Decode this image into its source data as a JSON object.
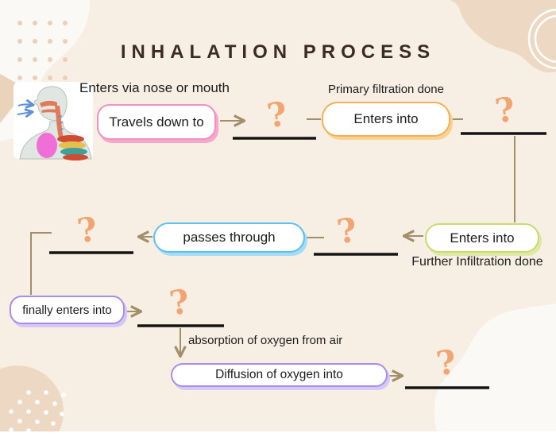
{
  "title": "INHALATION PROCESS",
  "placeholder_mark": "?",
  "captions": {
    "nose": "Enters via nose or mouth",
    "primary": "Primary filtration done",
    "further": "Further Infiltration done",
    "absorption": "absorption of oxygen from air"
  },
  "boxes": {
    "travels": {
      "label": "Travels down to",
      "accent": "#f290c0",
      "shadow": "#f9a6ce"
    },
    "enters_first": {
      "label": "Enters into",
      "accent": "#f5b055",
      "shadow": "#fad394"
    },
    "enters_second": {
      "label": "Enters into",
      "accent": "#c7dc6c",
      "shadow": "#dde9a5"
    },
    "passes": {
      "label": "passes through",
      "accent": "#59c2ef",
      "shadow": "#a5dcf5"
    },
    "finally": {
      "label": "finally enters into",
      "accent": "#a98ee9",
      "shadow": "#d6c8f6"
    },
    "diffusion": {
      "label": "Diffusion of oxygen into",
      "accent": "#a98ee9",
      "shadow": "#d6c8f6"
    }
  },
  "colors": {
    "background": "#f8efe4",
    "title_text": "#3c2b20",
    "body_text": "#1d1d1d",
    "connector": "#a18f6a",
    "blank_line": "#141414",
    "question_mark": "#f2a473",
    "decor_tan": "#edd9c3",
    "decor_dots_tan": "#eccfb5",
    "decor_white": "#fbf9f6"
  },
  "illustration": {
    "name": "respiratory-system"
  }
}
